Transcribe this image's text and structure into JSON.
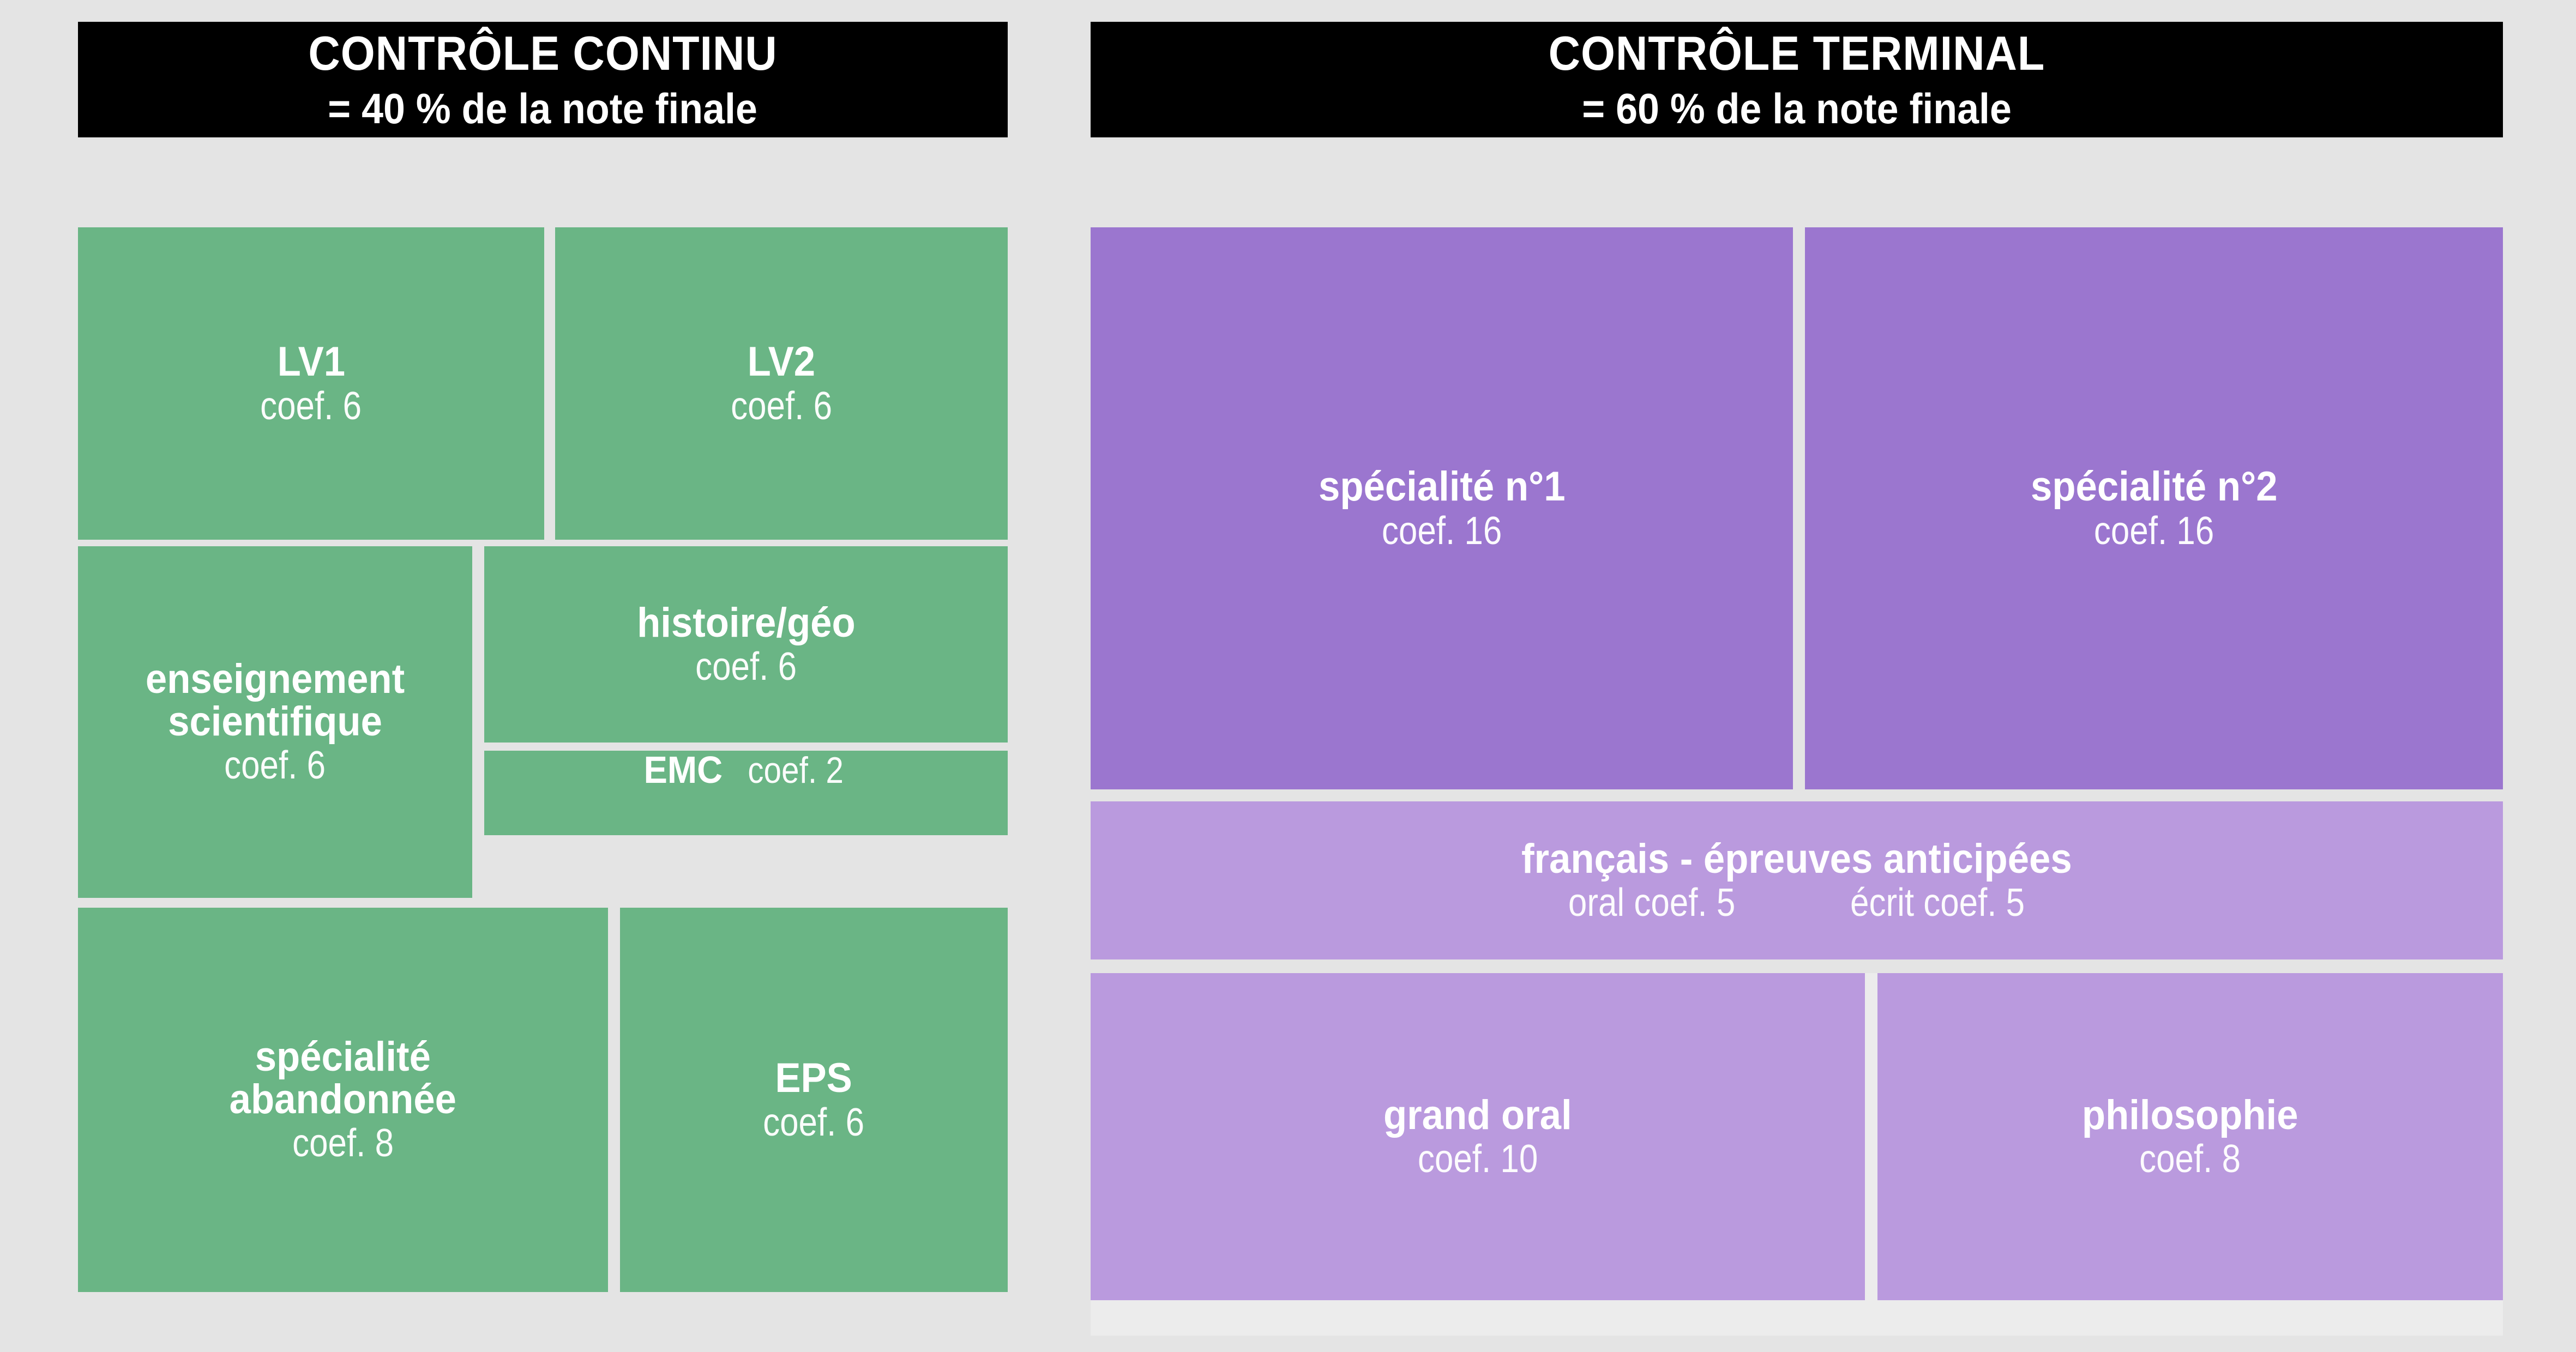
{
  "theme": {
    "background": "#e4e4e4",
    "panel": "#ececec",
    "header_bg": "#000000",
    "header_text": "#ffffff",
    "green": "#6ab585",
    "purple": "#9b76cf",
    "purple_soft": "#ba9ade",
    "gap": "#ffffff"
  },
  "columns": [
    {
      "id": "controle-continu",
      "header": {
        "title": "CONTRÔLE CONTINU",
        "subtitle": "= 40 % de la note finale"
      },
      "blocks": [
        {
          "id": "lv1",
          "label": "LV1",
          "coef": "coef. 6"
        },
        {
          "id": "lv2",
          "label": "LV2",
          "coef": "coef. 6"
        },
        {
          "id": "enseignement-scientifique",
          "label": "enseignement\nscientifique",
          "coef": "coef. 6"
        },
        {
          "id": "histoire-geo",
          "label": "histoire/géo",
          "coef": "coef. 6"
        },
        {
          "id": "emc",
          "label": "EMC",
          "coef": "coef. 2"
        },
        {
          "id": "specialite-abandonnee",
          "label": "spécialité\nabandonnée",
          "coef": "coef. 8"
        },
        {
          "id": "eps",
          "label": "EPS",
          "coef": "coef. 6"
        }
      ]
    },
    {
      "id": "controle-terminal",
      "header": {
        "title": "CONTRÔLE TERMINAL",
        "subtitle": "= 60 % de la note finale"
      },
      "blocks": [
        {
          "id": "specialite-1",
          "label": "spécialité n°1",
          "coef": "coef. 16"
        },
        {
          "id": "specialite-2",
          "label": "spécialité n°2",
          "coef": "coef. 16"
        },
        {
          "id": "francais",
          "label": "français - épreuves anticipées",
          "coef_oral": "oral coef. 5",
          "coef_ecrit": "écrit coef. 5"
        },
        {
          "id": "grand-oral",
          "label": "grand oral",
          "coef": "coef. 10"
        },
        {
          "id": "philosophie",
          "label": "philosophie",
          "coef": "coef. 8"
        }
      ]
    }
  ]
}
